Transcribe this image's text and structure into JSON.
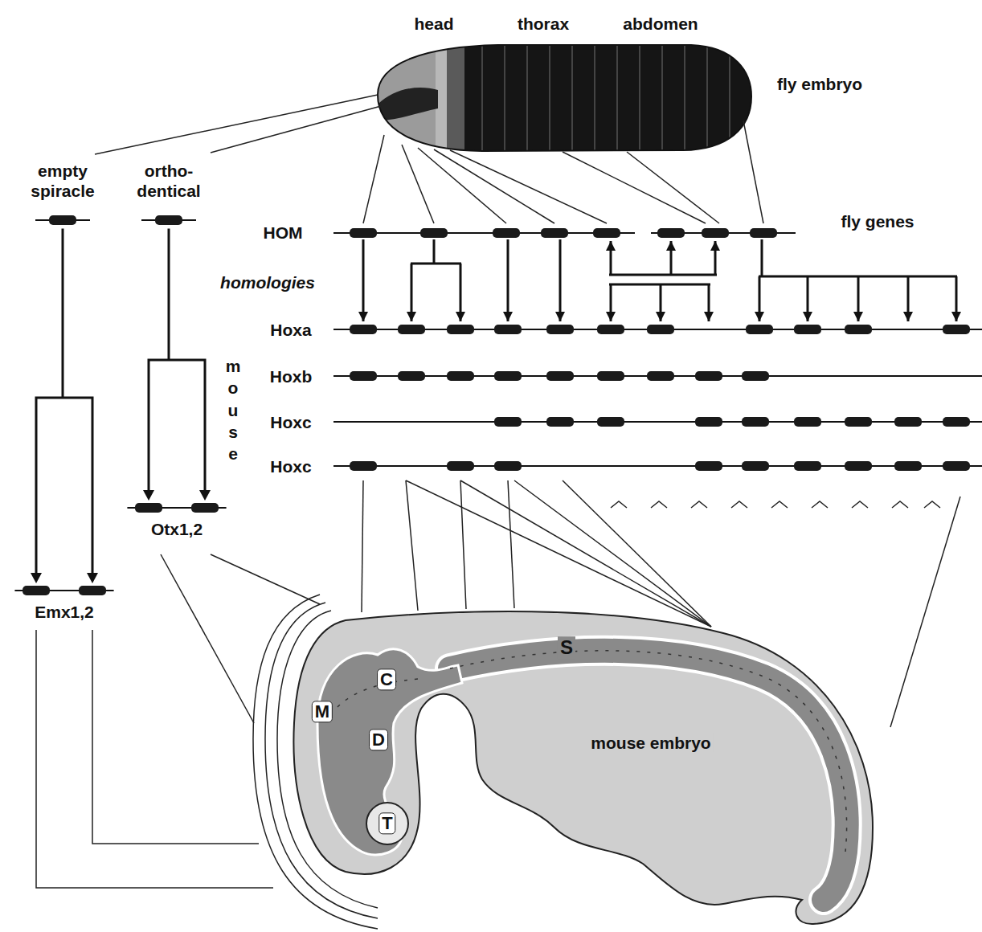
{
  "diagram": {
    "nodes": [
      {
        "text": [
          "empty spiracle"
        ]
      },
      {
        "text": [
          "ortho- dentical"
        ]
      },
      {
        "text": [
          "Otx1,2"
        ]
      },
      {
        "text": [
          "Emx1,2"
        ]
      }
    ],
    "edges": [
      {
        "from": 0,
        "to": 3,
        "arrow": "to"
      },
      {
        "from": 1,
        "to": 2,
        "arrow": "to"
      }
    ],
    "labels": [
      "head",
      "thorax",
      "abdomen",
      "fly embryo",
      "HOM",
      "fly genes",
      "homologies",
      "Hoxa",
      "Hoxb",
      "Hoxc",
      "Hoxc",
      "mouse",
      "C",
      "M",
      "D",
      "S",
      "T",
      "mouse embryo"
    ]
  }
}
